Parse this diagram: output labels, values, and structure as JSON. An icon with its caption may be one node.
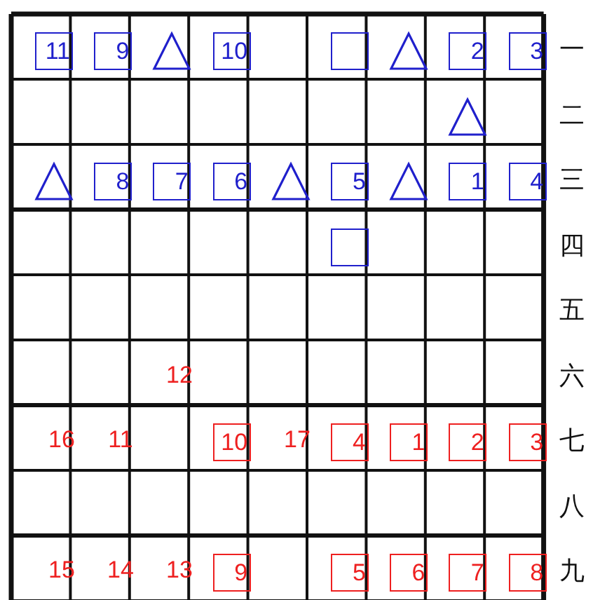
{
  "diagram": {
    "nodes": [
      {
        "text": [
          "11"
        ]
      },
      {
        "text": [
          "9"
        ]
      },
      {
        "text": [],
        "shape": "triangle"
      },
      {
        "text": [
          "10"
        ]
      },
      {
        "text": [],
        "shape": "box"
      },
      {
        "text": [],
        "shape": "triangle"
      },
      {
        "text": [
          "2"
        ]
      },
      {
        "text": [
          "3"
        ]
      },
      {
        "text": [],
        "shape": "triangle"
      },
      {
        "text": [],
        "shape": "triangle"
      },
      {
        "text": [
          "8"
        ]
      },
      {
        "text": [
          "7"
        ]
      },
      {
        "text": [
          "6"
        ]
      },
      {
        "text": [],
        "shape": "triangle"
      },
      {
        "text": [
          "5"
        ]
      },
      {
        "text": [],
        "shape": "triangle"
      },
      {
        "text": [
          "1"
        ]
      },
      {
        "text": [
          "4"
        ]
      },
      {
        "text": [],
        "shape": "box"
      },
      {
        "text": [
          "10"
        ]
      },
      {
        "text": [
          "4"
        ]
      },
      {
        "text": [
          "1"
        ]
      },
      {
        "text": [
          "2"
        ]
      },
      {
        "text": [
          "3"
        ]
      },
      {
        "text": [
          "9"
        ]
      },
      {
        "text": [
          "5"
        ]
      },
      {
        "text": [
          "6"
        ]
      },
      {
        "text": [
          "7"
        ]
      },
      {
        "text": [
          "8"
        ]
      }
    ],
    "labels": [
      "一",
      "二",
      "三",
      "四",
      "五",
      "12",
      "六",
      "16",
      "11",
      "17",
      "七",
      "八",
      "15",
      "14",
      "13",
      "九"
    ]
  }
}
